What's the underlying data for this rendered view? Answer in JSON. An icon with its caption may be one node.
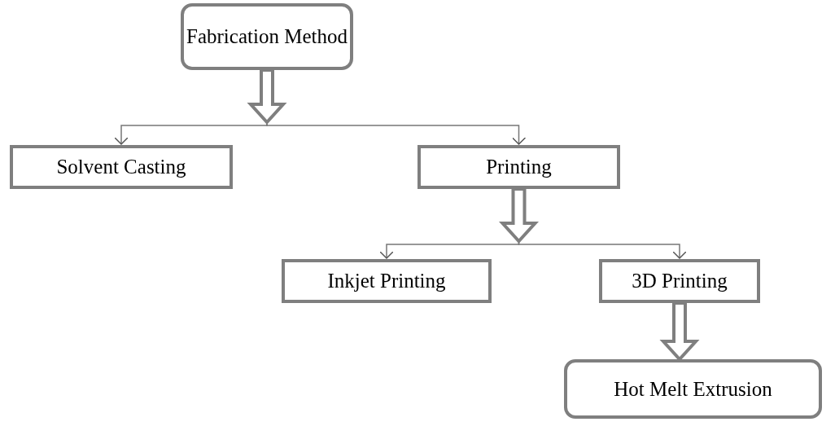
{
  "diagram": {
    "nodes": [
      {
        "text": [
          "Fabrication Method"
        ]
      },
      {
        "text": [
          "Solvent Casting"
        ]
      },
      {
        "text": [
          "Printing"
        ]
      },
      {
        "text": [
          "Inkjet Printing"
        ]
      },
      {
        "text": [
          "3D Printing"
        ]
      },
      {
        "text": [
          "Hot Melt Extrusion"
        ]
      }
    ],
    "edges": [
      {
        "from": 0,
        "to": 1,
        "arrow": "to"
      },
      {
        "from": 0,
        "to": 2,
        "arrow": "to"
      },
      {
        "from": 2,
        "to": 3,
        "arrow": "to"
      },
      {
        "from": 2,
        "to": 4,
        "arrow": "to"
      },
      {
        "from": 4,
        "to": 5,
        "arrow": "to"
      }
    ]
  }
}
